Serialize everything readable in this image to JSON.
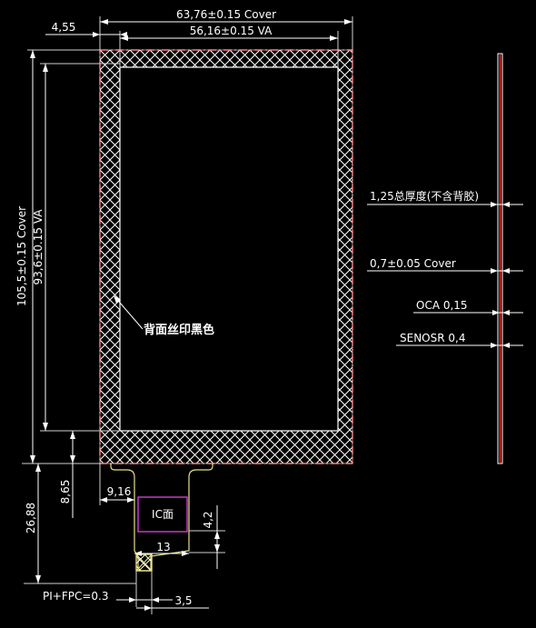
{
  "dimensions": {
    "cover_width": "63,76±0.15 Cover",
    "va_width": "56,16±0.15  VA",
    "left_offset": "4,55",
    "cover_height": "105,5±0.15  Cover",
    "va_height": "93,6±0.15  VA",
    "fpc_total_height": "26,88",
    "bottom_border": "8,65",
    "fpc_left_offset": "9,16",
    "ic_height": "4,2",
    "fpc_width": "13",
    "pi_fpc_thickness": "PI+FPC=0.3",
    "pad_width": "3,5"
  },
  "labels": {
    "back_print": "背面丝印黑色",
    "ic_face": "IC面"
  },
  "stack": {
    "total_thickness": "1,25总厚度(不含背胶)",
    "cover": "0,7±0.05  Cover",
    "oca": "OCA  0,15",
    "sensor": "SENOSR  0,4"
  },
  "colors": {
    "background": "#000000",
    "outline": "#ff2a2a",
    "hatch": "#ffffff",
    "fpc": "#e8e08a",
    "ic_box": "#d43cd4",
    "dimension": "#ffffff"
  }
}
